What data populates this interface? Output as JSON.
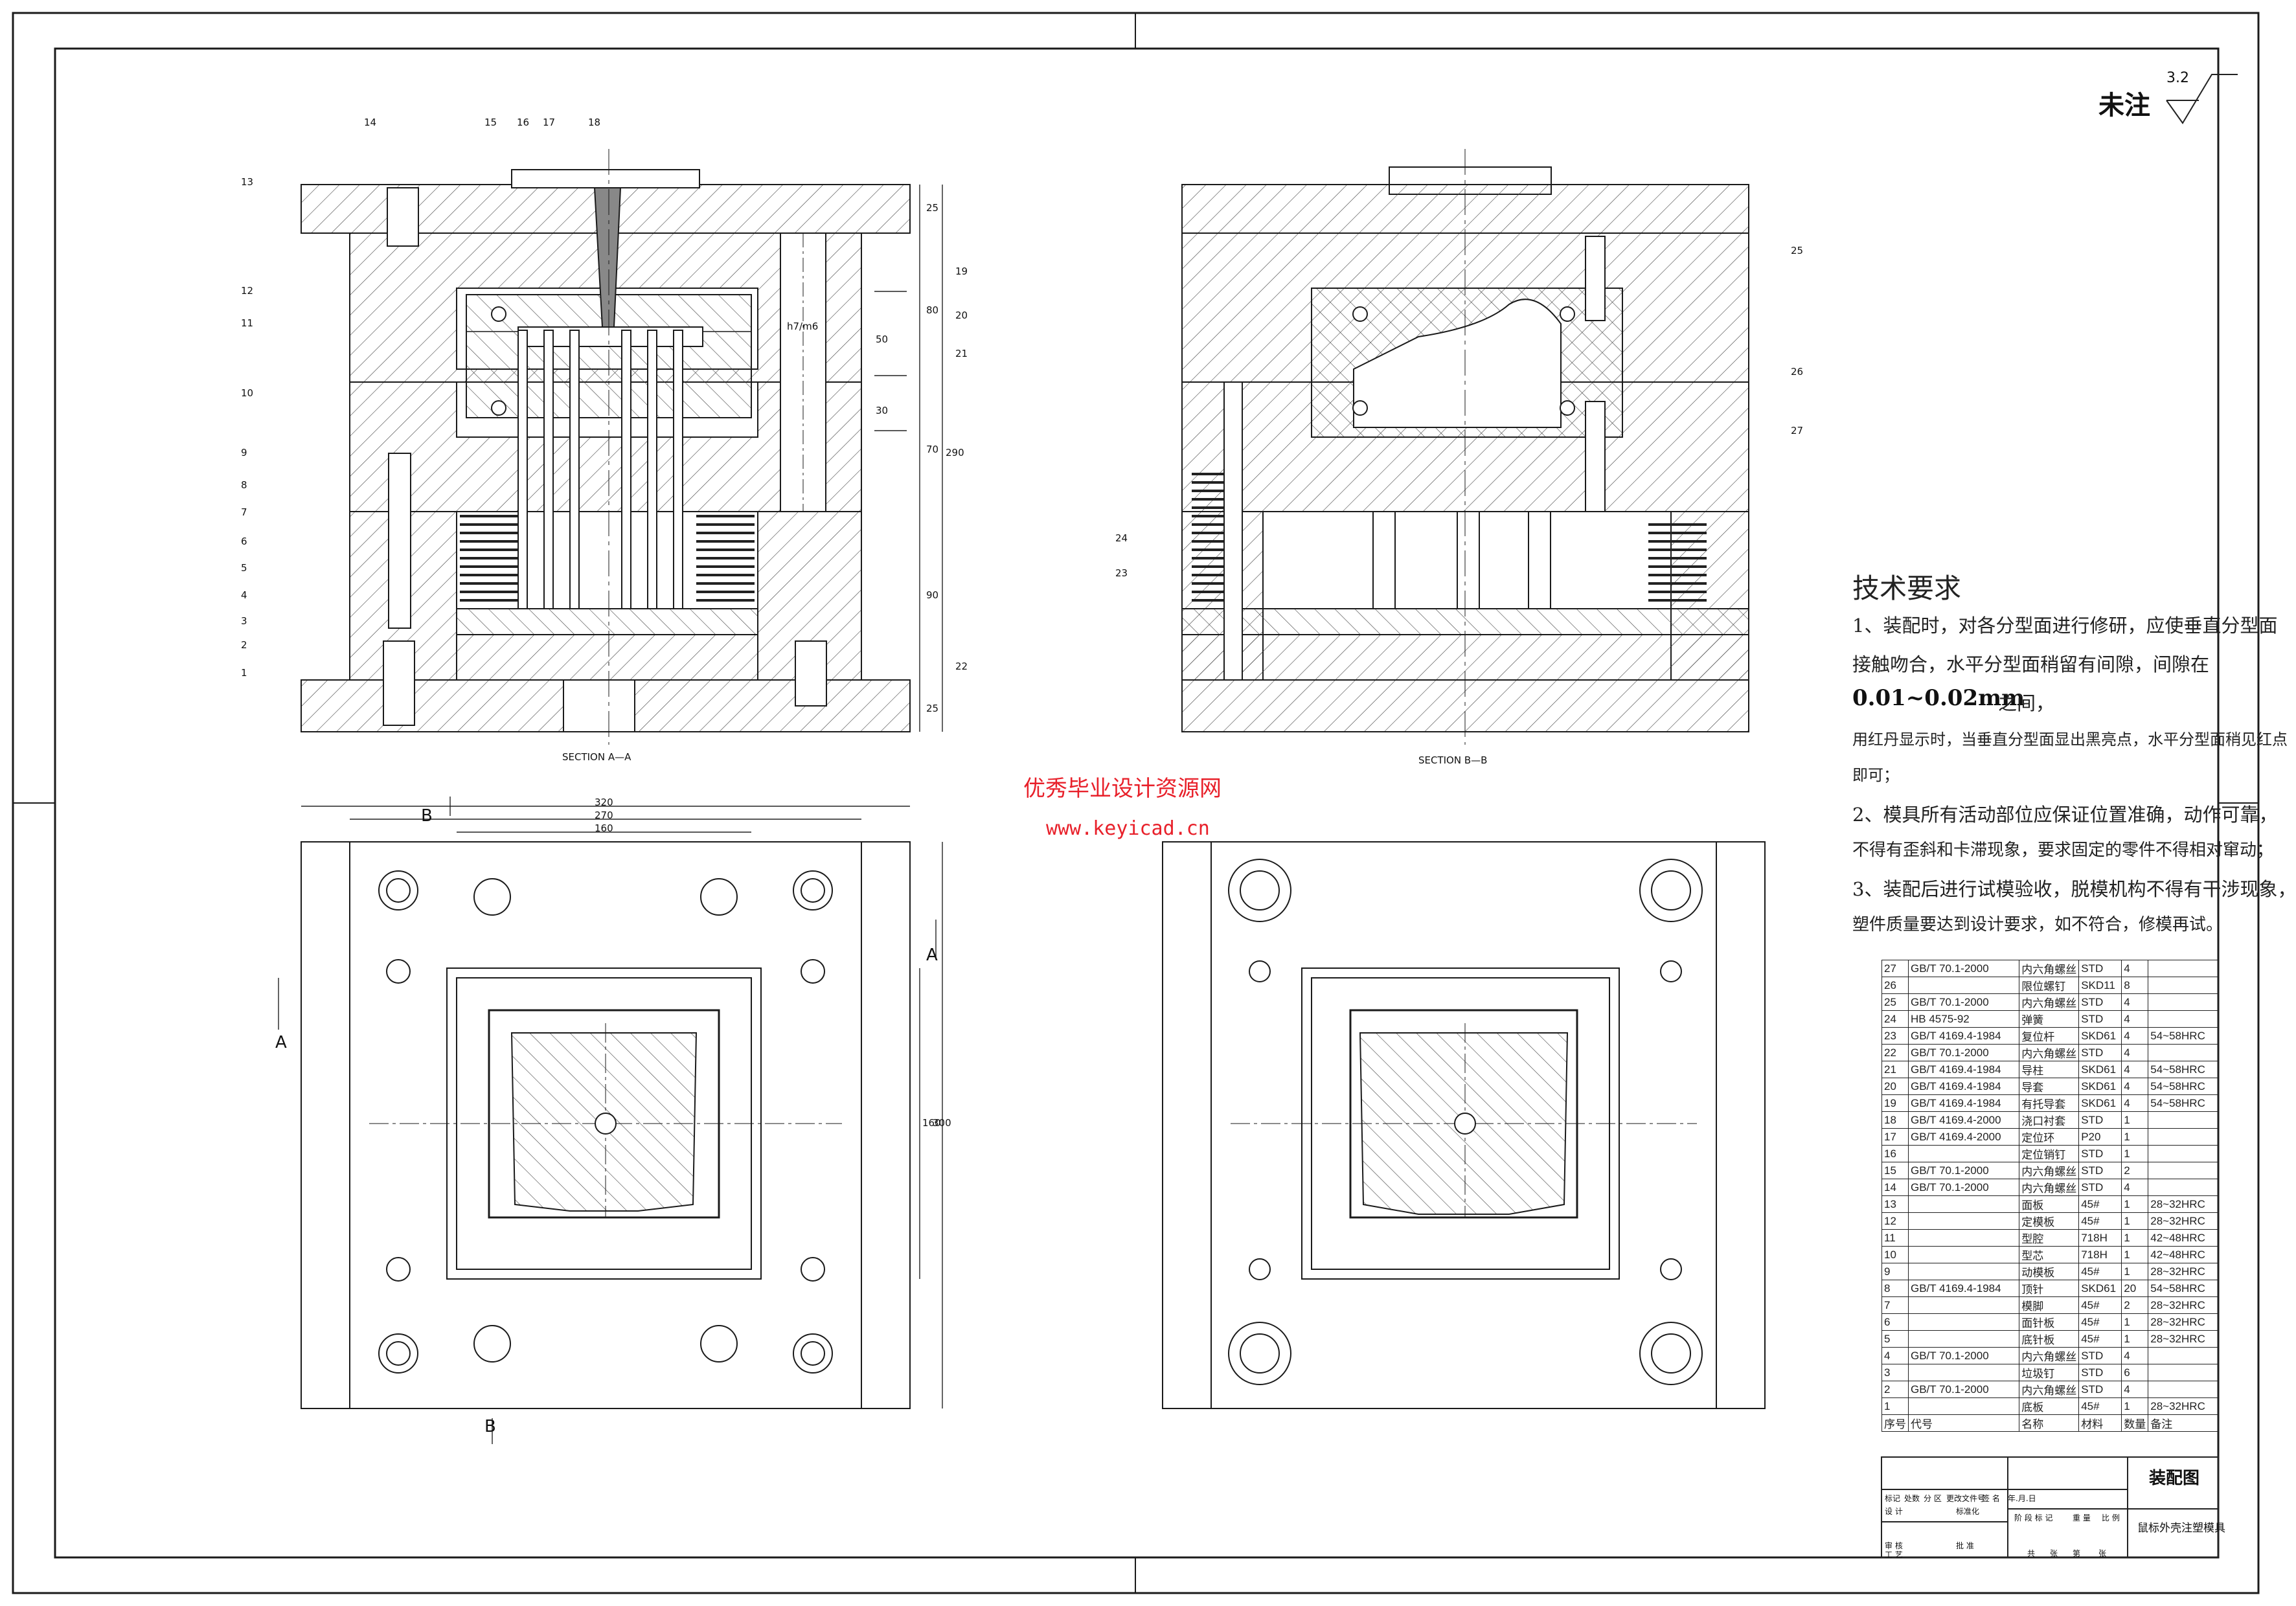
{
  "roughness": {
    "label": "未注",
    "value": "3.2"
  },
  "sections": {
    "a": "SECTION A—A",
    "b": "SECTION B—B"
  },
  "watermark": {
    "line1": "优秀毕业设计资源网",
    "line2": "www.keyicad.cn"
  },
  "tech": {
    "title": "技术要求",
    "req1_a": "1、装配时，对各分型面进行修研，应使垂直分型面",
    "req1_b": "接触吻合，水平分型面稍留有间隙，间隙在",
    "req1_c": "0.01~0.02mm",
    "req1_c2": "之间，",
    "req1_d": "用红丹显示时，当垂直分型面显出黑亮点，水平分型面稍见红点",
    "req1_e": "即可；",
    "req2_a": "2、模具所有活动部位应保证位置准确，动作可靠，",
    "req2_b": "不得有歪斜和卡滞现象，要求固定的零件不得相对窜动；",
    "req3_a": "3、装配后进行试模验收，脱模机构不得有干涉现象，",
    "req3_b": "塑件质量要达到设计要求，如不符合，修模再试。"
  },
  "balloons_left": [
    "1",
    "2",
    "3",
    "4",
    "5",
    "6",
    "7",
    "8",
    "9",
    "10",
    "11",
    "12",
    "13"
  ],
  "balloons_top": [
    "14",
    "15",
    "16",
    "17",
    "18"
  ],
  "balloons_right": [
    "19",
    "20",
    "21",
    "22"
  ],
  "balloons_b": [
    "23",
    "24",
    "25",
    "26",
    "27"
  ],
  "dims": {
    "h25a": "25",
    "h80": "80",
    "h50": "50",
    "h30": "30",
    "h70": "70",
    "h290": "290",
    "h90": "90",
    "h25b": "25",
    "w320": "320",
    "w270": "270",
    "w160": "160",
    "v160": "160",
    "v300": "300",
    "fit": "h7/m6"
  },
  "view_labels": {
    "a": "A",
    "b": "B"
  },
  "bom": {
    "rows": [
      [
        "27",
        "GB/T 70.1-2000",
        "内六角螺丝",
        "STD",
        "4",
        ""
      ],
      [
        "26",
        "",
        "限位螺钉",
        "SKD11",
        "8",
        ""
      ],
      [
        "25",
        "GB/T 70.1-2000",
        "内六角螺丝",
        "STD",
        "4",
        ""
      ],
      [
        "24",
        "HB 4575-92",
        "弹簧",
        "STD",
        "4",
        ""
      ],
      [
        "23",
        "GB/T 4169.4-1984",
        "复位杆",
        "SKD61",
        "4",
        "54~58HRC"
      ],
      [
        "22",
        "GB/T 70.1-2000",
        "内六角螺丝",
        "STD",
        "4",
        ""
      ],
      [
        "21",
        "GB/T 4169.4-1984",
        "导柱",
        "SKD61",
        "4",
        "54~58HRC"
      ],
      [
        "20",
        "GB/T 4169.4-1984",
        "导套",
        "SKD61",
        "4",
        "54~58HRC"
      ],
      [
        "19",
        "GB/T 4169.4-1984",
        "有托导套",
        "SKD61",
        "4",
        "54~58HRC"
      ],
      [
        "18",
        "GB/T 4169.4-2000",
        "浇口衬套",
        "STD",
        "1",
        ""
      ],
      [
        "17",
        "GB/T 4169.4-2000",
        "定位环",
        "P20",
        "1",
        ""
      ],
      [
        "16",
        "",
        "定位销钉",
        "STD",
        "1",
        ""
      ],
      [
        "15",
        "GB/T 70.1-2000",
        "内六角螺丝",
        "STD",
        "2",
        ""
      ],
      [
        "14",
        "GB/T 70.1-2000",
        "内六角螺丝",
        "STD",
        "4",
        ""
      ],
      [
        "13",
        "",
        "面板",
        "45#",
        "1",
        "28~32HRC"
      ],
      [
        "12",
        "",
        "定模板",
        "45#",
        "1",
        "28~32HRC"
      ],
      [
        "11",
        "",
        "型腔",
        "718H",
        "1",
        "42~48HRC"
      ],
      [
        "10",
        "",
        "型芯",
        "718H",
        "1",
        "42~48HRC"
      ],
      [
        "9",
        "",
        "动模板",
        "45#",
        "1",
        "28~32HRC"
      ],
      [
        "8",
        "GB/T 4169.4-1984",
        "顶针",
        "SKD61",
        "20",
        "54~58HRC"
      ],
      [
        "7",
        "",
        "模脚",
        "45#",
        "2",
        "28~32HRC"
      ],
      [
        "6",
        "",
        "面针板",
        "45#",
        "1",
        "28~32HRC"
      ],
      [
        "5",
        "",
        "底针板",
        "45#",
        "1",
        "28~32HRC"
      ],
      [
        "4",
        "GB/T 70.1-2000",
        "内六角螺丝",
        "STD",
        "4",
        ""
      ],
      [
        "3",
        "",
        "垃圾钉",
        "STD",
        "6",
        ""
      ],
      [
        "2",
        "GB/T 70.1-2000",
        "内六角螺丝",
        "STD",
        "4",
        ""
      ],
      [
        "1",
        "",
        "底板",
        "45#",
        "1",
        "28~32HRC"
      ]
    ],
    "header": [
      "序号",
      "代号",
      "名称",
      "材料",
      "数量",
      "备注"
    ]
  },
  "title_block": {
    "drawing_name": "装配图",
    "part_name": "鼠标外壳注塑模具",
    "row_labels": [
      "标记",
      "处数",
      "分 区",
      "更改文件号",
      "签 名",
      "年.月.日"
    ],
    "role_labels": [
      "设 计",
      "标准化",
      "审 核",
      "工 艺",
      "批 准"
    ],
    "stage_labels": [
      "阶 段 标 记",
      "重 量",
      "比 例"
    ],
    "sheet_labels": [
      "共",
      "张",
      "第",
      "张"
    ]
  },
  "colors": {
    "line": "#1a1a1a",
    "hatch": "#3a3a3a",
    "watermark": "#e8202a"
  }
}
